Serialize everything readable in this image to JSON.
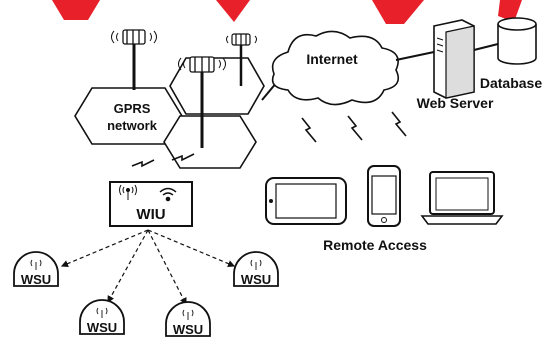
{
  "labels": {
    "gprs_line1": "GPRS",
    "gprs_line2": "network",
    "internet": "Internet",
    "web_server": "Web Server",
    "database": "Database",
    "remote_access": "Remote Access",
    "wiu": "WIU",
    "wsu": "WSU"
  },
  "colors": {
    "accent_red": "#e8202a",
    "stroke": "#111111",
    "fill": "#ffffff"
  },
  "icons": [
    "cell-tower-icon",
    "cloud-icon",
    "server-icon",
    "database-icon",
    "tablet-icon",
    "smartphone-icon",
    "laptop-icon",
    "wireless-link-icon",
    "antenna-icon",
    "wifi-icon"
  ]
}
